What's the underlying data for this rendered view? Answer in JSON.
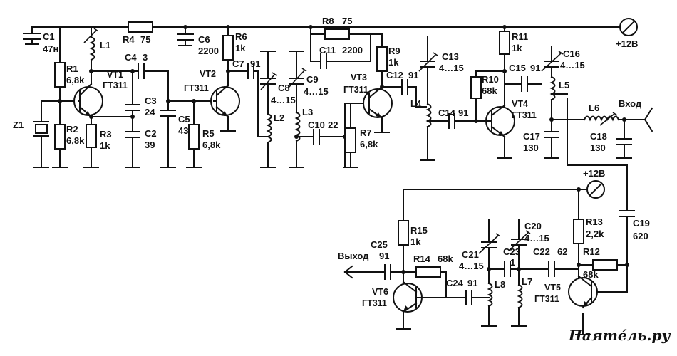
{
  "components": {
    "C1": {
      "ref": "C1",
      "value": "47н"
    },
    "C2": {
      "ref": "C2",
      "value": "39"
    },
    "C3": {
      "ref": "C3",
      "value": "24"
    },
    "C4": {
      "ref": "C4",
      "value": "3"
    },
    "C5": {
      "ref": "C5",
      "value": "43"
    },
    "C6": {
      "ref": "C6",
      "value": "2200"
    },
    "C7": {
      "ref": "C7",
      "value": "91"
    },
    "C8": {
      "ref": "C8",
      "value": "4…15"
    },
    "C9": {
      "ref": "C9",
      "value": "4…15"
    },
    "C10": {
      "ref": "C10",
      "value": "22"
    },
    "C11": {
      "ref": "C11",
      "value": "2200"
    },
    "C12": {
      "ref": "C12",
      "value": "91"
    },
    "C13": {
      "ref": "C13",
      "value": "4…15"
    },
    "C14": {
      "ref": "C14",
      "value": "91"
    },
    "C15": {
      "ref": "C15",
      "value": "91"
    },
    "C16": {
      "ref": "C16",
      "value": "4…15"
    },
    "C17": {
      "ref": "C17",
      "value": "130"
    },
    "C18": {
      "ref": "C18",
      "value": "130"
    },
    "C19": {
      "ref": "C19",
      "value": "620"
    },
    "C20": {
      "ref": "C20",
      "value": "4…15"
    },
    "C21": {
      "ref": "C21",
      "value": "4…15"
    },
    "C22": {
      "ref": "C22",
      "value": "62"
    },
    "C23": {
      "ref": "C23",
      "value": "1"
    },
    "C24": {
      "ref": "C24",
      "value": "91"
    },
    "C25": {
      "ref": "C25",
      "value": "91"
    },
    "R1": {
      "ref": "R1",
      "value": "6,8k"
    },
    "R2": {
      "ref": "R2",
      "value": "6,8k"
    },
    "R3": {
      "ref": "R3",
      "value": "1k"
    },
    "R4": {
      "ref": "R4",
      "value": "75"
    },
    "R5": {
      "ref": "R5",
      "value": "6,8k"
    },
    "R6": {
      "ref": "R6",
      "value": "1k"
    },
    "R7": {
      "ref": "R7",
      "value": "6,8k"
    },
    "R8": {
      "ref": "R8",
      "value": "75"
    },
    "R9": {
      "ref": "R9",
      "value": "1k"
    },
    "R10": {
      "ref": "R10",
      "value": "68k"
    },
    "R11": {
      "ref": "R11",
      "value": "1k"
    },
    "R12": {
      "ref": "R12",
      "value": "68k"
    },
    "R13": {
      "ref": "R13",
      "value": "2,2k"
    },
    "R14": {
      "ref": "R14",
      "value": "68k"
    },
    "R15": {
      "ref": "R15",
      "value": "1k"
    },
    "L1": {
      "ref": "L1"
    },
    "L2": {
      "ref": "L2"
    },
    "L3": {
      "ref": "L3"
    },
    "L4": {
      "ref": "L4"
    },
    "L5": {
      "ref": "L5"
    },
    "L6": {
      "ref": "L6"
    },
    "L7": {
      "ref": "L7"
    },
    "L8": {
      "ref": "L8"
    },
    "Z1": {
      "ref": "Z1"
    },
    "VT1": {
      "ref": "VT1",
      "type": "ГТ311"
    },
    "VT2": {
      "ref": "VT2",
      "type": "ГТ311"
    },
    "VT3": {
      "ref": "VT3",
      "type": "ГТ311"
    },
    "VT4": {
      "ref": "VT4",
      "type": "ГТ311"
    },
    "VT5": {
      "ref": "VT5",
      "type": "ГТ311"
    },
    "VT6": {
      "ref": "VT6",
      "type": "ГТ311"
    }
  },
  "terminals": {
    "supply_top": "+12В",
    "supply_bottom": "+12В",
    "input": "Вход",
    "output": "Выход"
  },
  "watermark": "Паяте́ль.ру"
}
